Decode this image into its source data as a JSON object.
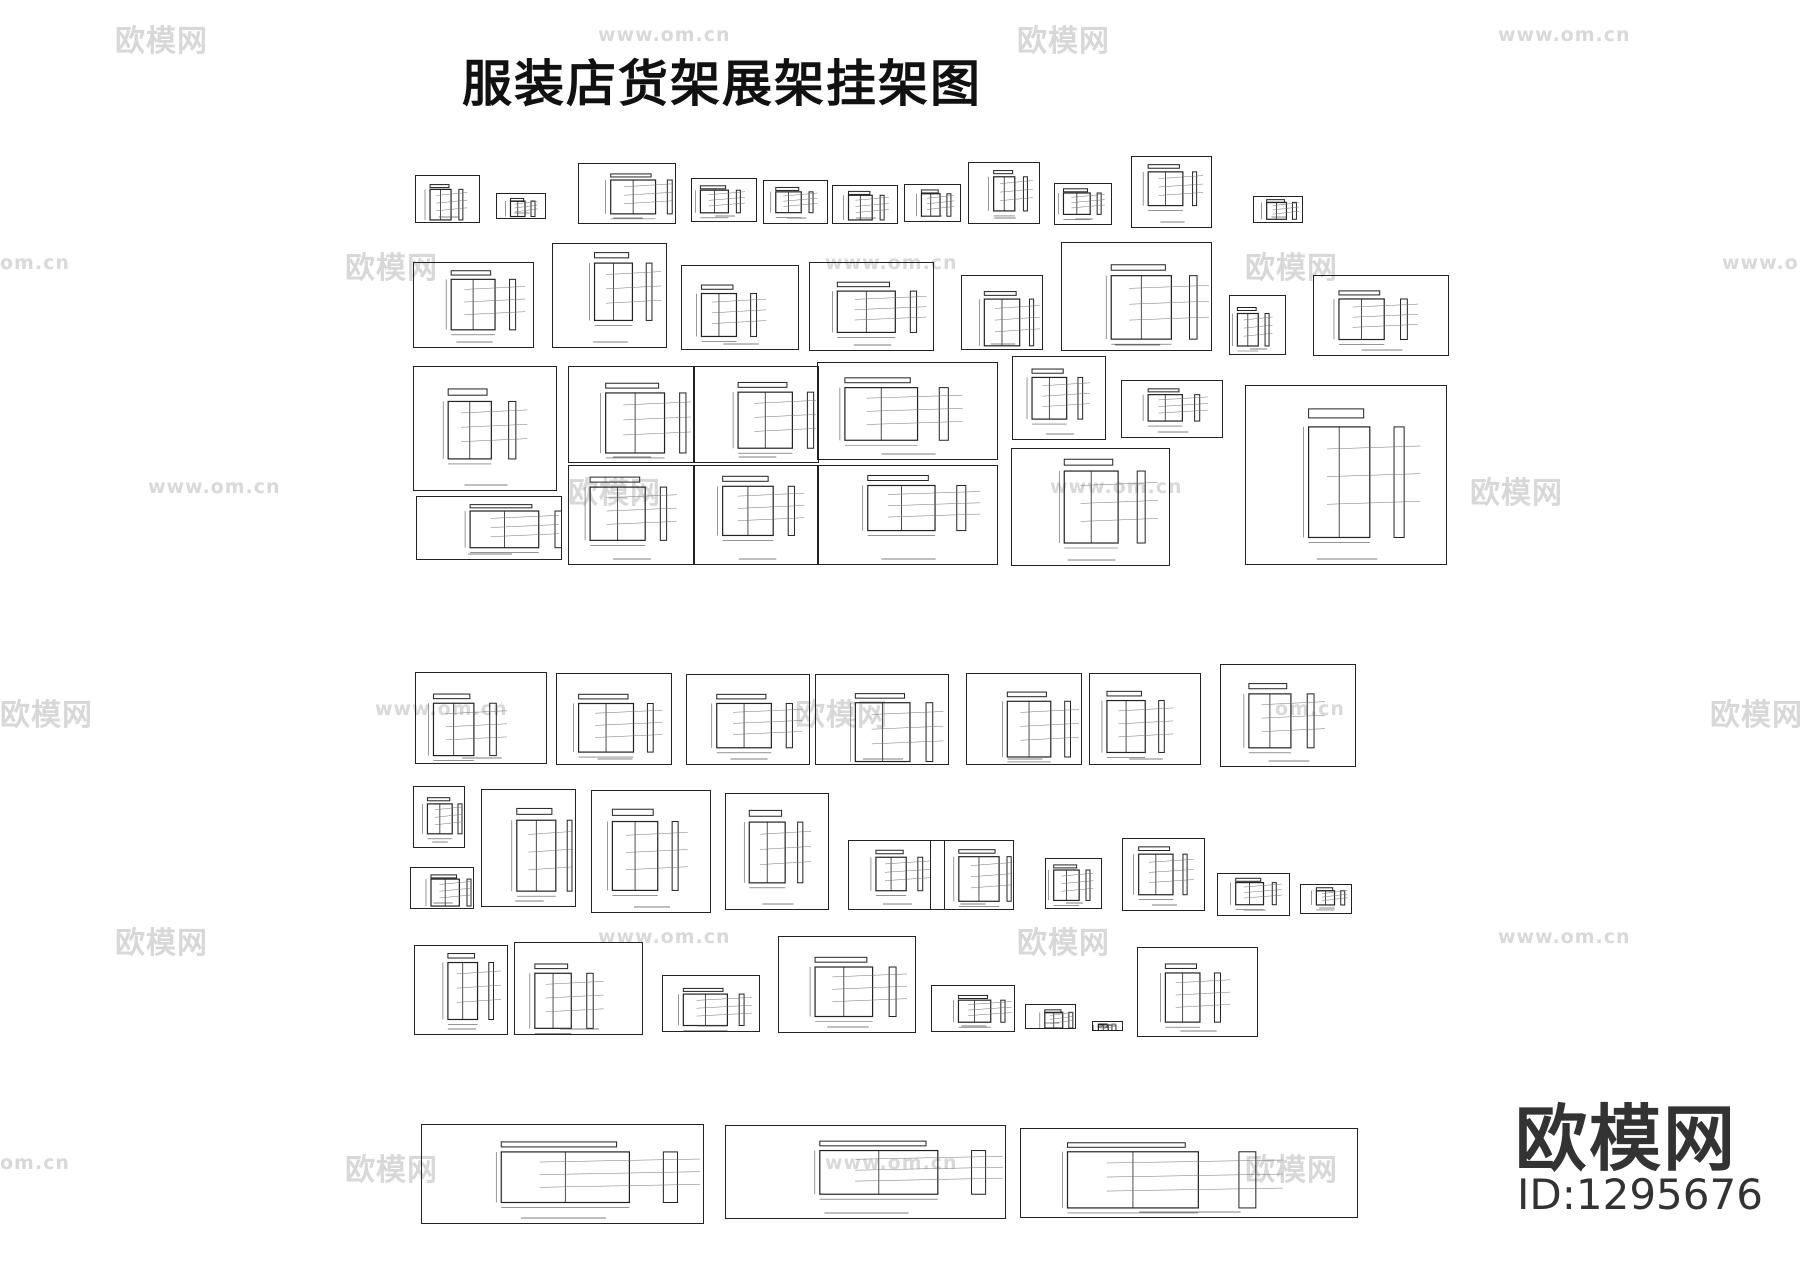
{
  "title": "服装店货架展架挂架图",
  "brand": {
    "name": "欧模网",
    "id": "ID:1295676"
  },
  "watermark": {
    "name": "欧模网",
    "url": "www.om.cn",
    "url_partial": "om.cn"
  }
}
